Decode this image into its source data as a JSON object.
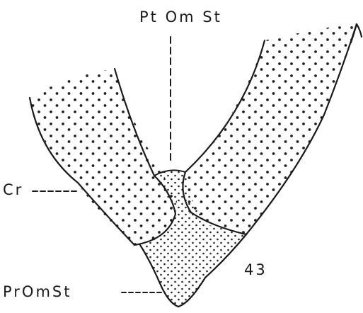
{
  "labels": {
    "top": "Pt Om St",
    "cr": "Cr",
    "bottom": "PrOmSt",
    "figure_number": "43"
  }
}
